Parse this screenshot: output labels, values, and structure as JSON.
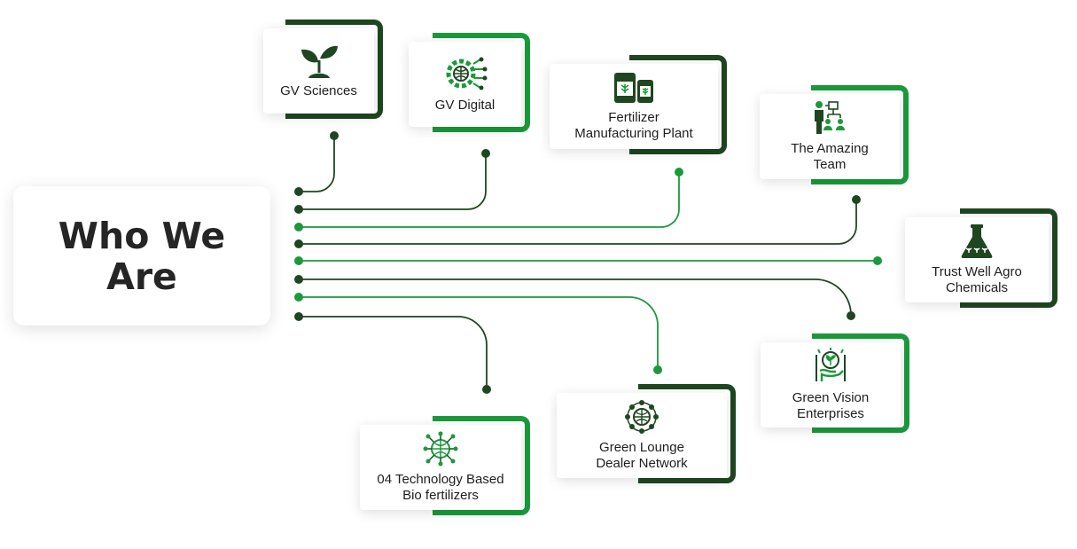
{
  "main": {
    "title": "Who We Are"
  },
  "cards": [
    {
      "label": "GV Sciences",
      "icon": "seedling-icon",
      "accent": "dark"
    },
    {
      "label": "GV Digital",
      "icon": "digital-gear-globe-icon",
      "accent": "green"
    },
    {
      "label": "Fertilizer\nManufacturing Plant",
      "icon": "fertilizer-bags-icon",
      "accent": "dark"
    },
    {
      "label": "The Amazing\nTeam",
      "icon": "team-hierarchy-icon",
      "accent": "green"
    },
    {
      "label": "Trust Well Agro\nChemicals",
      "icon": "flask-icon",
      "accent": "dark"
    },
    {
      "label": "Green Vision\nEnterprises",
      "icon": "hand-plant-bulb-icon",
      "accent": "green"
    },
    {
      "label": "Green Lounge\nDealer Network",
      "icon": "network-globe-icon",
      "accent": "dark"
    },
    {
      "label": "04 Technology Based\nBio fertilizers",
      "icon": "tech-globe-icon",
      "accent": "green"
    }
  ],
  "colors": {
    "dark": "#1e4620",
    "green": "#1a9a3a",
    "text": "#252525"
  }
}
